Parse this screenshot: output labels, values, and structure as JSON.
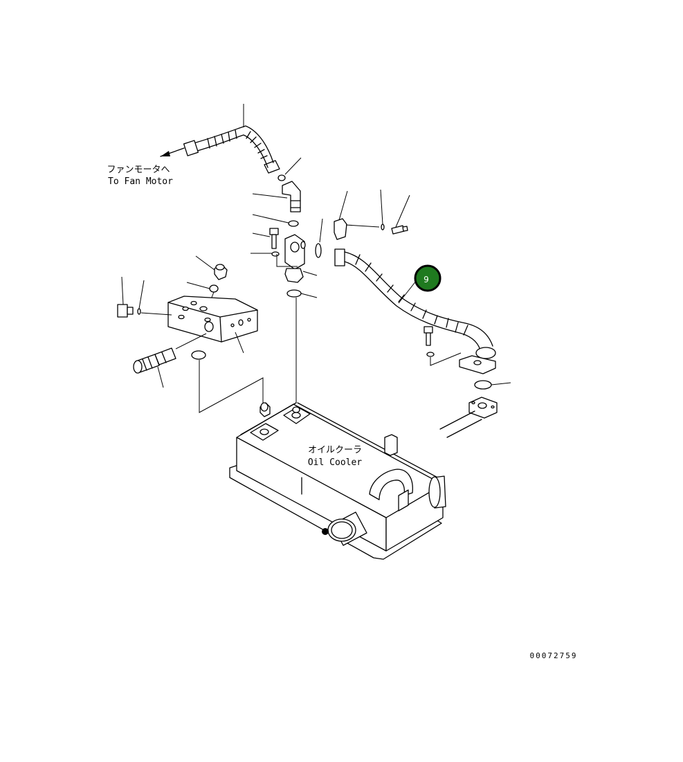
{
  "labels": {
    "fan_motor_jp": "ファンモータへ",
    "fan_motor_en": "To Fan Motor",
    "oil_cooler_jp": "オイルクーラ",
    "oil_cooler_en": "Oil Cooler"
  },
  "callout": {
    "number": "9",
    "color": "#1f7a1f",
    "border_color": "#000000"
  },
  "figure_number": "00072759"
}
